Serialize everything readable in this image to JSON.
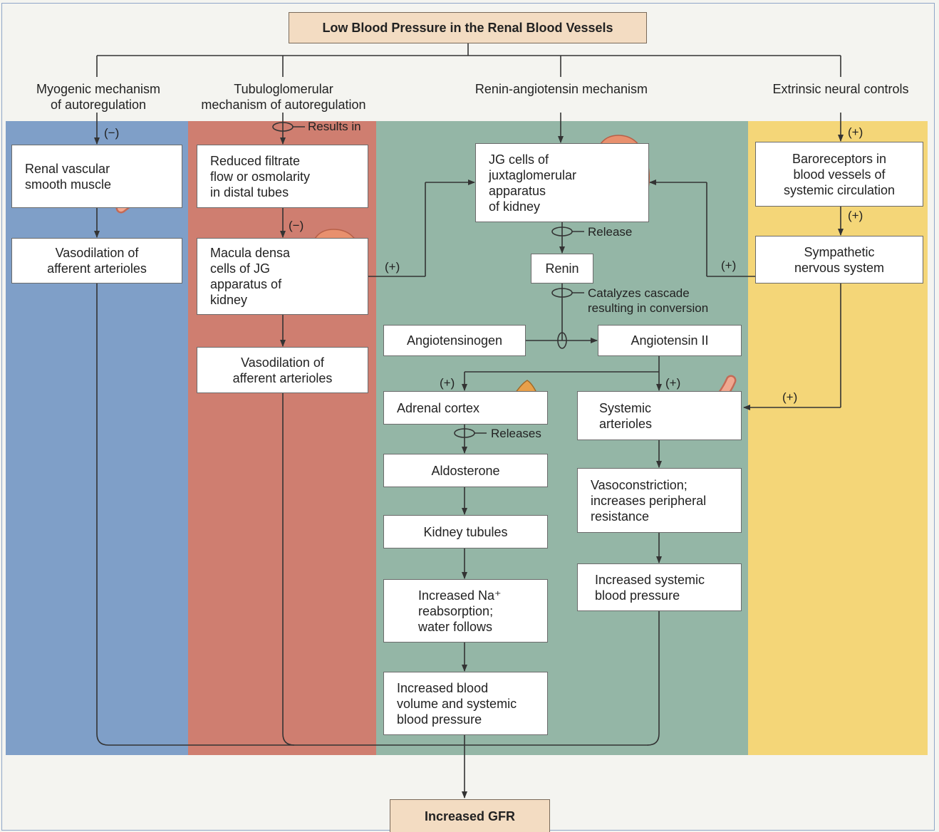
{
  "title": "Low Blood Pressure in the Renal Blood Vessels",
  "footer": "Increased GFR",
  "columns": {
    "myogenic": "Myogenic mechanism\nof autoregulation",
    "tubuloglomerular": "Tubuloglomerular\nmechanism of autoregulation",
    "renin": "Renin-angiotensin mechanism",
    "neural": "Extrinsic neural controls"
  },
  "boxes": {
    "renal_smooth_muscle": "Renal vascular\nsmooth muscle",
    "vasodilation_myo": "Vasodilation of\nafferent arterioles",
    "reduced_filtrate": "Reduced filtrate\nflow or osmolarity\nin distal tubes",
    "macula_densa": "Macula densa\ncells of JG\napparatus of\nkidney",
    "vasodilation_tubu": "Vasodilation of\nafferent arterioles",
    "jg_cells": "JG cells of\njuxtaglomerular\napparatus\nof kidney",
    "renin": "Renin",
    "angiotensinogen": "Angiotensinogen",
    "angiotensin_ii": "Angiotensin II",
    "adrenal_cortex": "Adrenal cortex",
    "aldosterone": "Aldosterone",
    "kidney_tubules": "Kidney tubules",
    "increased_na": "Increased Na⁺\nreabsorption;\nwater follows",
    "increased_volume": "Increased blood\nvolume and systemic\nblood pressure",
    "systemic_arterioles": "Systemic\narterioles",
    "vasoconstriction": "Vasoconstriction;\nincreases peripheral\nresistance",
    "increased_systemic_bp": "Increased systemic\nblood pressure",
    "baroreceptors": "Baroreceptors in\nblood vessels of\nsystemic circulation",
    "sympathetic": "Sympathetic\nnervous system"
  },
  "labels": {
    "minus_myo": "(−)",
    "results_in": "Results in",
    "minus_tubu": "(−)",
    "plus_macula": "(+)",
    "release": "Release",
    "catalyzes": "Catalyzes cascade\nresulting in conversion",
    "plus_adrenal": "(+)",
    "plus_arterioles": "(+)",
    "releases": "Releases",
    "plus_neural_1": "(+)",
    "plus_neural_2": "(+)",
    "plus_symp_jg": "(+)",
    "plus_symp_art": "(+)"
  },
  "colors": {
    "myogenic_band": "#7f9fc8",
    "tubuloglomerular_band": "#cf7e70",
    "renin_band": "#94b6a6",
    "neural_band": "#f4d678",
    "title_box": "#f3dcc2"
  },
  "icons": [
    "blood-vessel-icon",
    "kidney-icon",
    "adrenal-gland-icon"
  ]
}
